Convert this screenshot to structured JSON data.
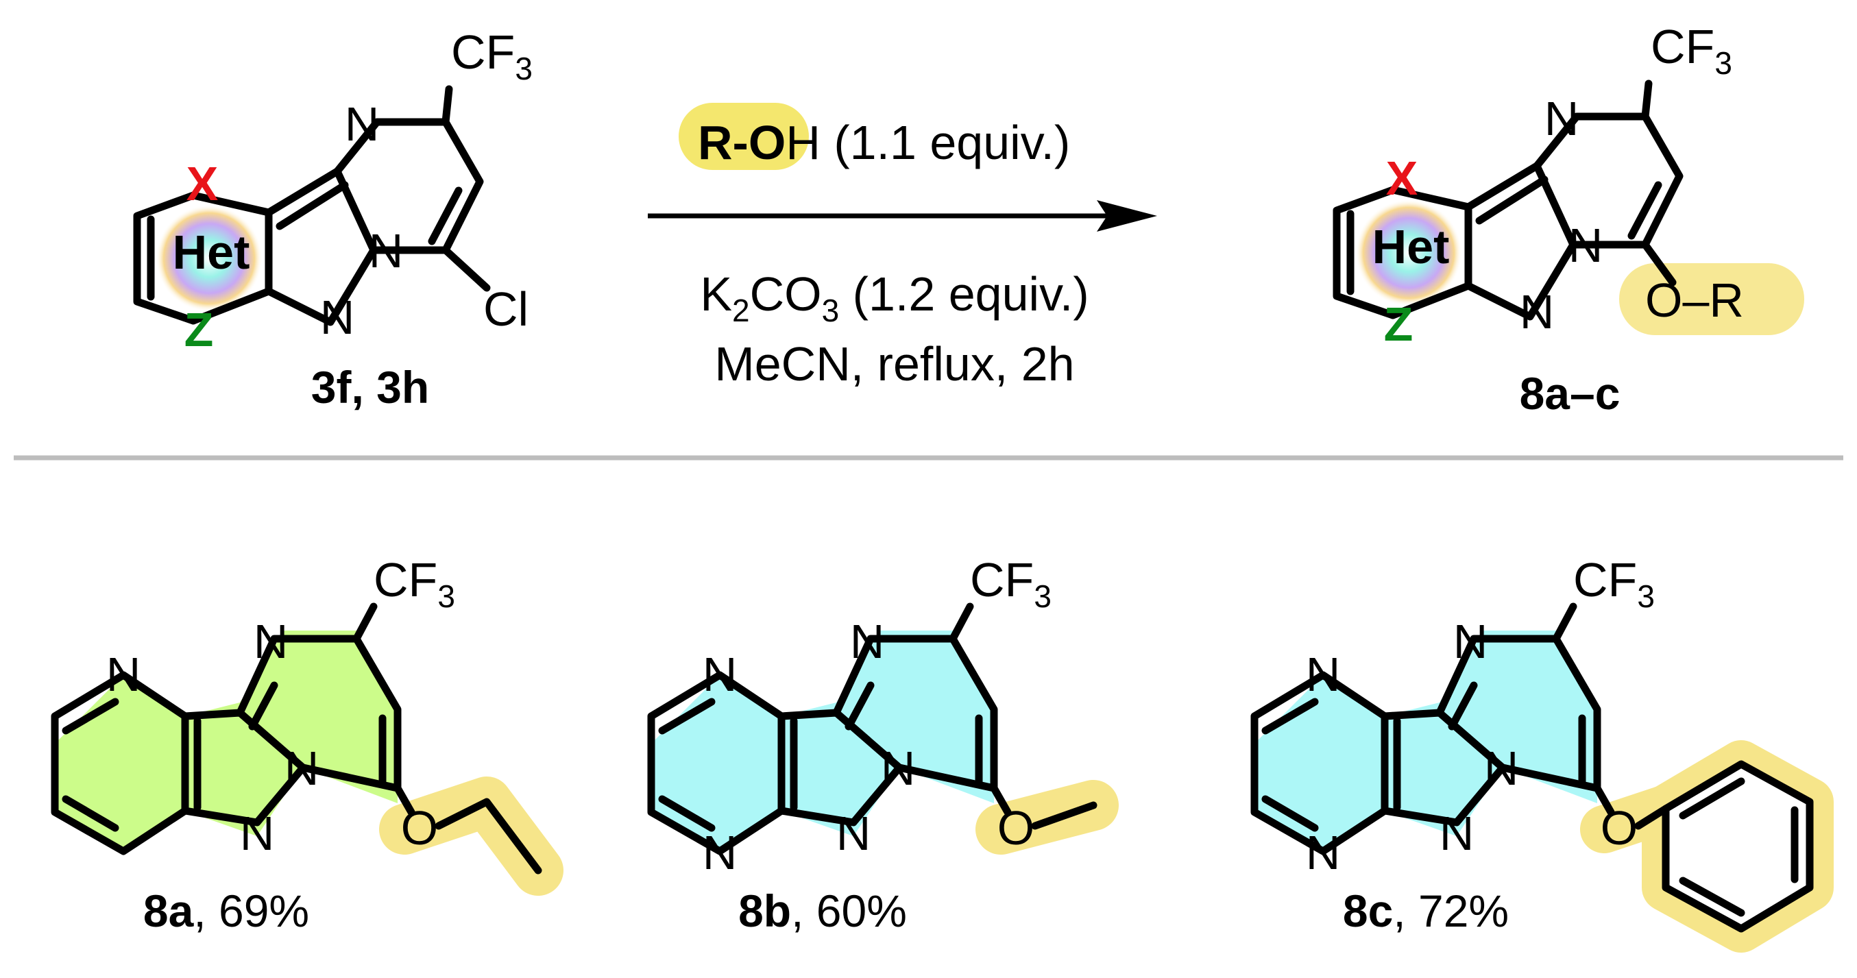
{
  "colors": {
    "x_atom": "#e8141a",
    "z_atom": "#0a8a1a",
    "highlight_yellow": "#f6e58a",
    "reagent_highlight": "#f4e76e",
    "ring_green": "#ccfc8a",
    "ring_cyan": "#adf7f7",
    "divider": "#bdbdbd"
  },
  "reaction": {
    "reactant": {
      "label": "3f, 3h",
      "atoms": {
        "x": "X",
        "z": "Z",
        "het": "Het",
        "n_top": "N",
        "n_bridge": "N",
        "n_bottom": "N",
        "cf3": "CF",
        "cf3_sub": "3",
        "cl": "Cl"
      }
    },
    "conditions": {
      "reagent_highlighted": "R-O",
      "reagent_rest": "H (1.1 equiv.)",
      "base_pre": "K",
      "base_sub1": "2",
      "base_mid": "CO",
      "base_sub2": "3",
      "base_post": " (1.2 equiv.)",
      "solvent": "MeCN, reflux, 2h"
    },
    "product": {
      "label": "8a–c",
      "atoms": {
        "x": "X",
        "z": "Z",
        "het": "Het",
        "n_top": "N",
        "n_bridge": "N",
        "n_bottom": "N",
        "cf3": "CF",
        "cf3_sub": "3",
        "or_o": "O",
        "or_dash": "–",
        "or_r": "R"
      }
    }
  },
  "products": [
    {
      "id": "8a",
      "yield": ", 69%",
      "cf3": "CF",
      "cf3_sub": "3",
      "n_pyr": "N",
      "n_top": "N",
      "n_bridge": "N",
      "n_bottom": "N",
      "o": "O"
    },
    {
      "id": "8b",
      "yield": ", 60%",
      "cf3": "CF",
      "cf3_sub": "3",
      "n_pyz1": "N",
      "n_pyz2": "N",
      "n_top": "N",
      "n_bridge": "N",
      "n_bottom": "N",
      "o": "O"
    },
    {
      "id": "8c",
      "yield": ", 72%",
      "cf3": "CF",
      "cf3_sub": "3",
      "n_pyz1": "N",
      "n_pyz2": "N",
      "n_top": "N",
      "n_bridge": "N",
      "n_bottom": "N",
      "o": "O"
    }
  ]
}
